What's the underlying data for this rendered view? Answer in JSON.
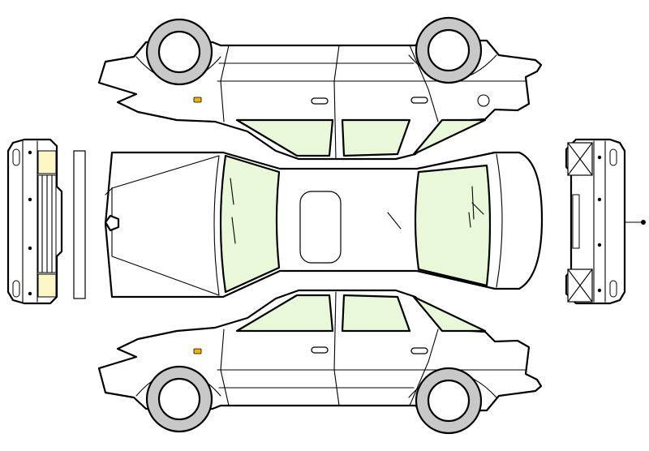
{
  "colors": {
    "outline": "#000000",
    "body": "#ffffff",
    "glass": "#e8f8d8",
    "tire": "#c8c8c8",
    "marker": "#f2b300",
    "bumper_pad": "#fdf7c6"
  },
  "views": [
    "top-side-view",
    "front-view",
    "roof-plan-view",
    "rear-view",
    "bottom-side-view"
  ]
}
